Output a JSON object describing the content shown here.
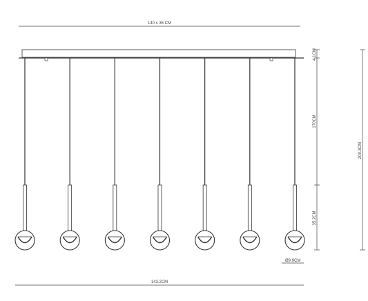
{
  "dimensions": {
    "canopy_size": "140 x 35 CM",
    "canopy_height": "4.1CM",
    "cable_length": "170CM",
    "shade_height": "35.2CM",
    "total_height": "209.3CM",
    "globe_diameter": "Ø9.9CM",
    "total_width": "143.2CM"
  },
  "fixture": {
    "pendant_count": 7
  },
  "colors": {
    "line": "#333333",
    "canopy_fill": "#ffffff",
    "text": "#444444"
  }
}
